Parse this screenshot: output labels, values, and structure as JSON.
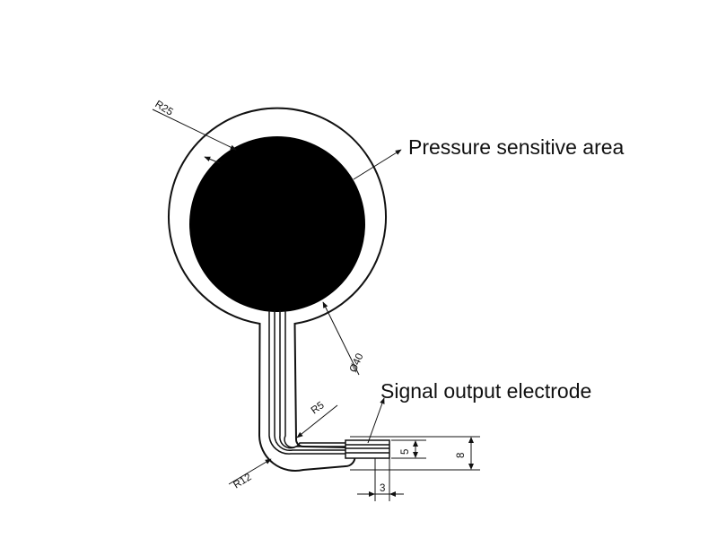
{
  "callouts": {
    "pressure_area": "Pressure sensitive area",
    "signal_electrode": "Signal output electrode"
  },
  "dimensions": {
    "outer_radius": "R25",
    "sensing_diameter": "Ø40",
    "inner_bend_radius": "R5",
    "outer_bend_radius": "R12",
    "lead_width": "5",
    "tail_width": "8",
    "tail_length": "3"
  },
  "colors": {
    "ink": "#111111",
    "sensing_area": "#000000",
    "paper": "#ffffff"
  }
}
